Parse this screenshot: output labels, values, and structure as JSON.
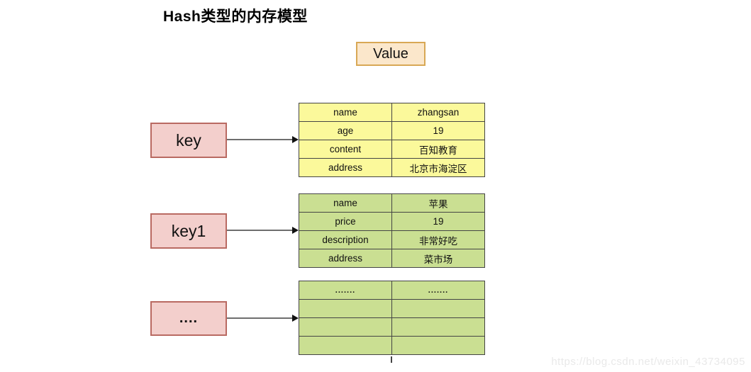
{
  "page": {
    "title": "Hash类型的内存模型",
    "watermark": "https://blog.csdn.net/weixin_43734095"
  },
  "value_label": "Value",
  "keys": [
    {
      "label": "key"
    },
    {
      "label": "key1"
    },
    {
      "label": "...."
    }
  ],
  "tables": [
    {
      "theme": "yellow",
      "rows": [
        [
          "name",
          "zhangsan"
        ],
        [
          "age",
          "19"
        ],
        [
          "content",
          "百知教育"
        ],
        [
          "address",
          "北京市海淀区"
        ]
      ]
    },
    {
      "theme": "green",
      "rows": [
        [
          "name",
          "苹果"
        ],
        [
          "price",
          "19"
        ],
        [
          "description",
          "非常好吃"
        ],
        [
          "address",
          "菜市场"
        ]
      ]
    },
    {
      "theme": "green",
      "rows": [
        [
          ".......",
          "......."
        ],
        [
          "",
          ""
        ],
        [
          "",
          ""
        ],
        [
          "",
          ""
        ]
      ]
    }
  ],
  "colors": {
    "yellow_fill": "#FBF99B",
    "green_fill": "#CADF92",
    "pink_fill": "#F3CFCC",
    "pink_border": "#B96A62",
    "value_fill": "#FBE7CB",
    "value_border": "#D8A855",
    "table_border": "#454545",
    "arrow_line": "#6e6e6e",
    "arrow_head": "#111111",
    "watermark": "#e9e9e9"
  }
}
